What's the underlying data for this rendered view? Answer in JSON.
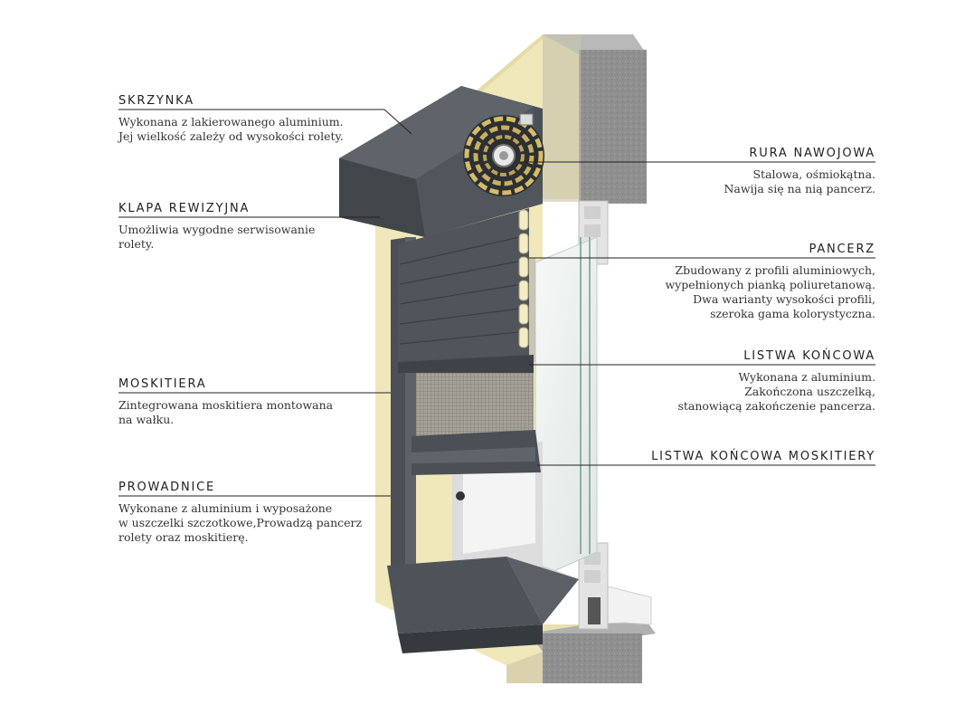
{
  "annotations": [
    {
      "id": "skrzynka",
      "title": "SKRZYNKA",
      "lines": [
        "Wykonana z lakierowanego aluminium.",
        "Jej wielkość zależy od wysokości rolety."
      ]
    },
    {
      "id": "klapa",
      "title": "KLAPA REWIZYJNA",
      "lines": [
        "Umożliwia wygodne serwisowanie",
        "rolety."
      ]
    },
    {
      "id": "moskitiera",
      "title": "MOSKITIERA",
      "lines": [
        "Zintegrowana moskitiera montowana",
        "na wałku."
      ]
    },
    {
      "id": "prowadnice",
      "title": "PROWADNICE",
      "lines": [
        "Wykonane z aluminium i wyposażone",
        "w uszczelki szczotkowe,Prowadzą pancerz",
        "rolety oraz moskitierę."
      ]
    },
    {
      "id": "rura",
      "title": "RURA NAWOJOWA",
      "lines": [
        "Stalowa, ośmiokątna.",
        "Nawija się na nią pancerz."
      ]
    },
    {
      "id": "pancerz",
      "title": "PANCERZ",
      "lines": [
        "Zbudowany z profili aluminiowych,",
        "wypełnionych pianką poliuretanową.",
        "Dwa warianty wysokości profili,",
        "szeroka gama kolorystyczna."
      ]
    },
    {
      "id": "listwa",
      "title": "LISTWA KOŃCOWA",
      "lines": [
        "Wykonana z aluminium.",
        "Zakończona uszczelką,",
        "stanowiącą zakończenie pancerza."
      ]
    },
    {
      "id": "listwa_mosk",
      "title": "LISTWA KOŃCOWA MOSKITIERY",
      "lines": []
    }
  ],
  "colors": {
    "wall_insulation": "#efe6b8",
    "concrete": "#8e8e8e",
    "aluminium_anthracite": "#4f555b",
    "pvc_frame": "#e2e2e2",
    "glass": "#eef3f2"
  }
}
